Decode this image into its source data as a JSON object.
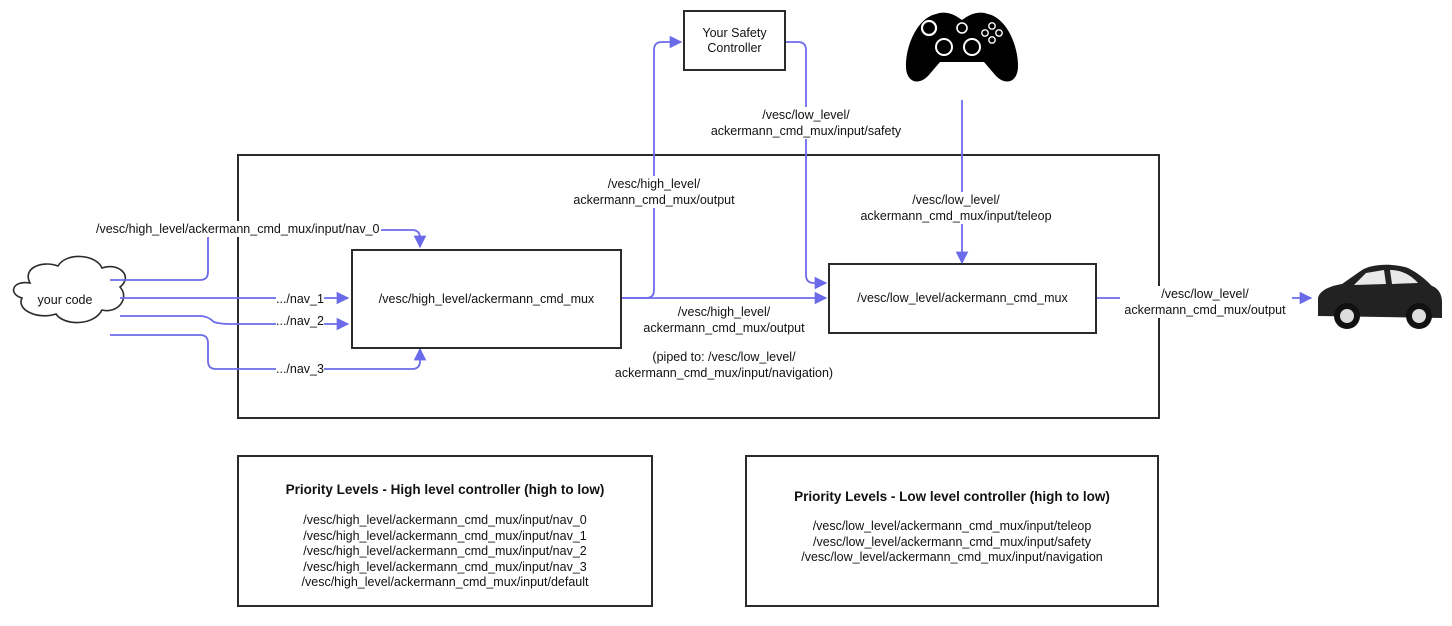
{
  "nodes": {
    "your_code": "your code",
    "high_mux": "/vesc/high_level/ackermann_cmd_mux",
    "low_mux": "/vesc/low_level/ackermann_cmd_mux",
    "safety_line1": "Your Safety",
    "safety_line2": "Controller"
  },
  "edges": {
    "nav_0": "/vesc/high_level/ackermann_cmd_mux/input/nav_0",
    "nav_1": ".../nav_1",
    "nav_2": ".../nav_2",
    "nav_3": ".../nav_3",
    "high_out_top_1": "/vesc/high_level/",
    "high_out_top_2": "ackermann_cmd_mux/output",
    "high_out_mid_1": "/vesc/high_level/",
    "high_out_mid_2": "ackermann_cmd_mux/output",
    "piped_1": "(piped to: /vesc/low_level/",
    "piped_2": "ackermann_cmd_mux/input/navigation)",
    "safety_1": "/vesc/low_level/",
    "safety_2": "ackermann_cmd_mux/input/safety",
    "teleop_1": "/vesc/low_level/",
    "teleop_2": "ackermann_cmd_mux/input/teleop",
    "low_out_1": "/vesc/low_level/",
    "low_out_2": "ackermann_cmd_mux/output"
  },
  "legend_high": {
    "title": "Priority Levels - High level controller  (high to low)",
    "items": [
      "/vesc/high_level/ackermann_cmd_mux/input/nav_0",
      "/vesc/high_level/ackermann_cmd_mux/input/nav_1",
      "/vesc/high_level/ackermann_cmd_mux/input/nav_2",
      "/vesc/high_level/ackermann_cmd_mux/input/nav_3",
      "/vesc/high_level/ackermann_cmd_mux/input/default"
    ]
  },
  "legend_low": {
    "title": "Priority Levels - Low level controller  (high to low)",
    "items": [
      "/vesc/low_level/ackermann_cmd_mux/input/teleop",
      "/vesc/low_level/ackermann_cmd_mux/input/safety",
      "/vesc/low_level/ackermann_cmd_mux/input/navigation"
    ]
  },
  "icons": {
    "controller": "gamepad-icon",
    "car": "car-icon"
  },
  "colors": {
    "arrow": "#6b6bea",
    "border": "#2b2b2b"
  }
}
